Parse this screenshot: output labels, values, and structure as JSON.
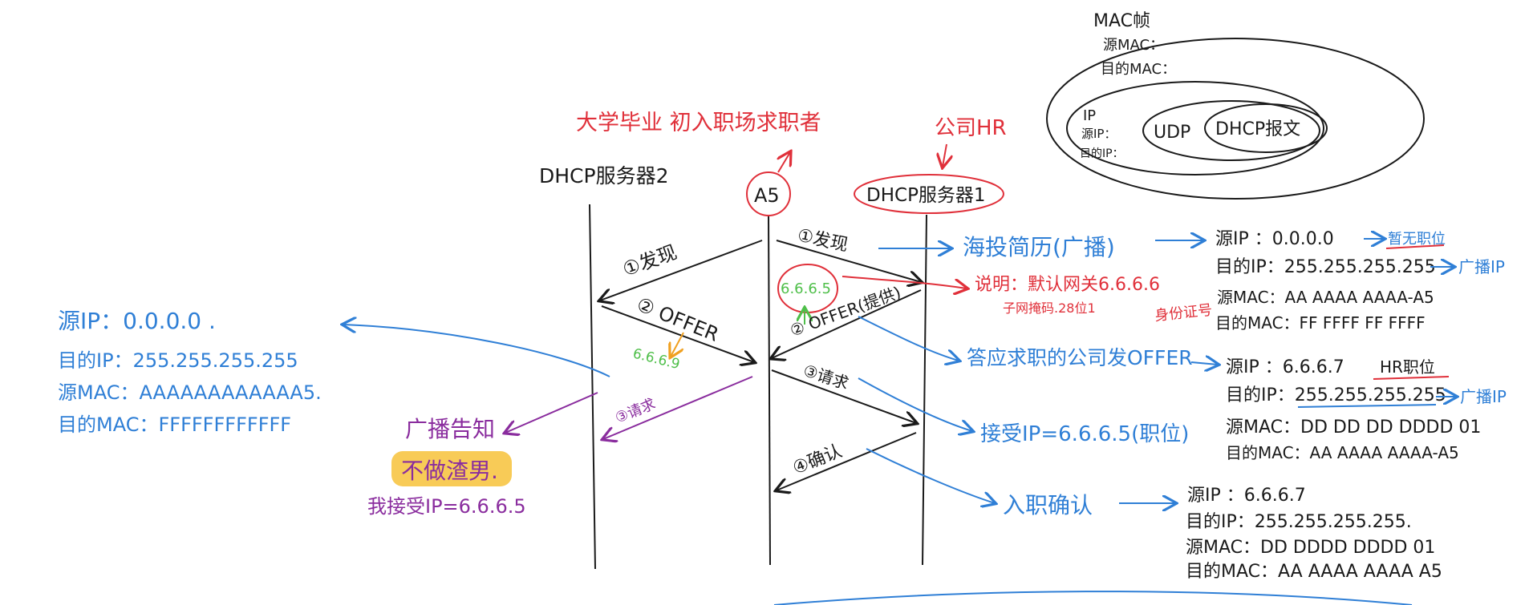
{
  "colors": {
    "black": "#1a1a1a",
    "red": "#e0303a",
    "blue": "#2f7fd6",
    "purple": "#8a2d9e",
    "green": "#4fbf4a",
    "orange": "#f0a020",
    "highlight": "#f7c23a"
  },
  "mac_frame": {
    "title": "MAC帧",
    "src_mac": "源MAC：",
    "dst_mac": "目的MAC：",
    "ip": "IP",
    "src_ip": "源IP：",
    "dst_ip": "目的IP：",
    "udp": "UDP",
    "dhcp_msg": "DHCP报文"
  },
  "title_red": "大学毕业 初入职场求职者",
  "hr_label": "公司HR",
  "server2_label": "DHCP服务器2",
  "client_label": "A5",
  "server1_label": "DHCP服务器1",
  "left_msgs": {
    "discover": "①发现",
    "offer": "② OFFER",
    "offer_ip": "6.6.6.9",
    "request": "③请求"
  },
  "right_msgs": {
    "discover": "①发现",
    "offer_ip": "6.6.6.5",
    "offer": "② OFFER(提供)",
    "request": "③请求",
    "ack": "④确认"
  },
  "left_info": {
    "src_ip": "源IP：0.0.0.0 .",
    "dst_ip": "目的IP：255.255.255.255",
    "src_mac": "源MAC：AAAAAAAAAAAA5.",
    "dst_mac": "目的MAC：FFFFFFFFFFFF"
  },
  "broadcast_notice": {
    "line1": "广播告知",
    "line2": "不做渣男.",
    "line3": "我接受IP=6.6.6.5"
  },
  "notes": {
    "resume": "海投简历(广播)",
    "explain": "说明：默认网关6.6.6.6",
    "mask": "子网掩码.28位1",
    "identity": "身份证号",
    "offer_company": "答应求职的公司发OFFER",
    "accept": "接受IP=6.6.6.5(职位)",
    "confirm": "入职确认"
  },
  "packet1": {
    "src_ip": "源IP ：0.0.0.0",
    "src_ip_note": "暂无职位",
    "dst_ip": "目的IP：255.255.255.255",
    "dst_ip_note": "广播IP",
    "src_mac": "源MAC：AA AAAA AAAA-A5",
    "dst_mac": "目的MAC：FF FFFF FF FFFF"
  },
  "packet2": {
    "src_ip": "源IP ：6.6.6.7",
    "src_ip_note": "HR职位",
    "dst_ip": "目的IP：255.255.255.255",
    "dst_ip_note": "广播IP",
    "src_mac": "源MAC：DD DD DD DDDD 01",
    "dst_mac": "目的MAC：AA AAAA AAAA-A5"
  },
  "packet3": {
    "src_ip": "源IP ：6.6.6.7",
    "dst_ip": "目的IP：255.255.255.255.",
    "src_mac": "源MAC：DD DDDD DDDD 01",
    "dst_mac": "目的MAC：AA AAAA AAAA A5"
  }
}
